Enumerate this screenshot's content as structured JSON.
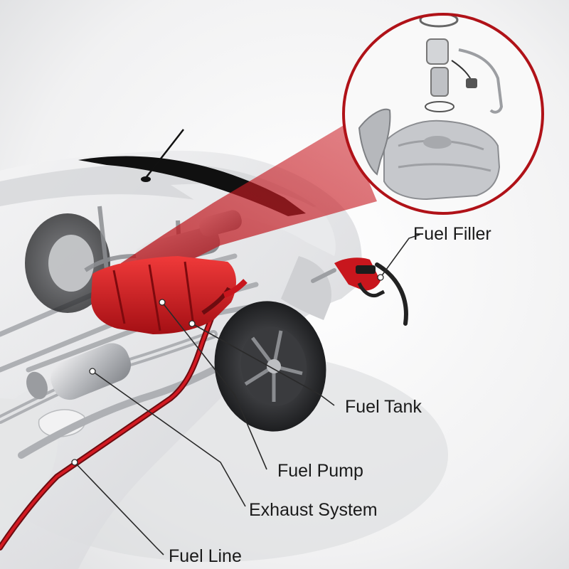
{
  "diagram": {
    "callouts": [
      {
        "id": "fuel-filler",
        "text": "Fuel Filler"
      },
      {
        "id": "fuel-tank",
        "text": "Fuel Tank"
      },
      {
        "id": "fuel-pump",
        "text": "Fuel Pump"
      },
      {
        "id": "exhaust-system",
        "text": "Exhaust System"
      },
      {
        "id": "fuel-line",
        "text": "Fuel Line"
      }
    ],
    "colors": {
      "accent_red": "#c8161d",
      "magnifier_ring": "#b01218",
      "leader_lines": "#2a2a2a",
      "car_body": "#e6e7e9",
      "exhaust_pipe": "#a9abaf"
    }
  }
}
